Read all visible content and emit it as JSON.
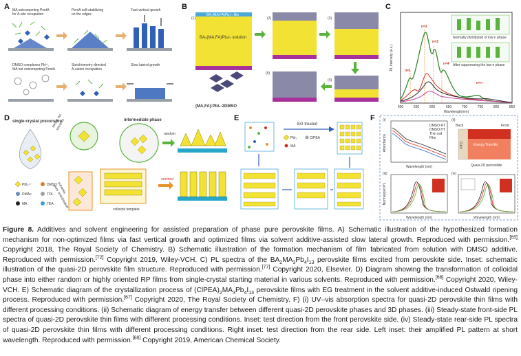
{
  "panels": {
    "a": {
      "label": "A",
      "top_left": [
        "MA outcompeting PentA",
        "for A-site occupation"
      ],
      "top_mid": [
        "PentA self-stabilizing",
        "on the edges"
      ],
      "top_right": "Fast vertical growth",
      "bot_left": [
        "DMSO complexes Pb²⁺,",
        "MA not outcompeting PentA"
      ],
      "bot_mid": [
        "Stoichiometry-directed",
        "A-cation occupation"
      ],
      "bot_right": "Slow lateral growth"
    },
    "b": {
      "label": "B",
      "top_film": "BA₂(MA,FA)Pb₂I₇ film",
      "solution": "BA₂(MA,FA)Pb₂I₇ solution",
      "steps": [
        "(1)",
        "(2)",
        "(3)",
        "(4)",
        "(5)"
      ],
      "molecule": "(MA,FA):PbI₂·2DMSO"
    },
    "c": {
      "label": "C",
      "ylabel": "PL Intensity (a.u.)",
      "xlabel": "Wavelength(nm)",
      "ticks_x": [
        "500",
        "550",
        "600",
        "650",
        "700",
        "750",
        "800",
        "850"
      ],
      "n_labels": [
        "n=1",
        "n=2",
        "n=3",
        "n=4",
        "n=∞"
      ],
      "inset_top": "Normally distributed of low n phase",
      "inset_bottom": "After suppressing the low n phase"
    },
    "d": {
      "label": "D",
      "precursor": "single-crystal precursors",
      "intermediate": "intermediate phase",
      "random": "random",
      "oriented": "oriented",
      "colloidal": "colloidal template",
      "arrow_top": [
        "strong coordination",
        "solvents"
      ],
      "arrow_bot": [
        "poor coordination",
        "solvents"
      ],
      "legend": [
        "PbI₆⁴⁻",
        "DMSO",
        "DMAc",
        "TOL",
        "MA",
        "TEA"
      ]
    },
    "e": {
      "label": "E",
      "treated": "EG treated",
      "legend": [
        "PbI₂",
        "CIPEA",
        "MA"
      ]
    },
    "f": {
      "label": "F",
      "sub": [
        "(i)",
        "(ii)",
        "(iii)",
        "(iv)"
      ],
      "ylabel_i": "Absorbance",
      "xlabel": "Wavelength (nm)",
      "ylabel_iii": "Normalized PL",
      "front": "Front",
      "back": "Back",
      "fto": "FTO",
      "energy": "Energy Transfer",
      "quasi": "Quasi-2D perovskite",
      "legend": [
        "DMSO RT",
        "DMSO HT",
        "Thin rod",
        "Film"
      ]
    }
  },
  "caption": {
    "fig": "Figure 8.",
    "segments": [
      " Additives and solvent engineering for assisted preparation of phase pure perovskite films. A) Schematic illustration of the hypothesized formation mechanism for non-optimized films via fast vertical growth and optimized films via solvent additive-assisted slow lateral growth. Reproduced with permission.",
      "[65]",
      " Copyright 2018, The Royal Society of Chemistry. B) Schematic illustration of the formation mechanism of film fabricated from solution with DMSO additive. Reproduced with permission.",
      "[72]",
      " Copyright 2019, Wiley-VCH. C) PL spectra of the BA",
      "2",
      "MA",
      "3",
      "Pb",
      "4",
      "I",
      "13",
      " perovskite films excited from perovskite side. Inset: schematic illustration of the quasi-2D perovskite film structure. Reproduced with permission.",
      "[77]",
      " Copyright 2020, Elsevier. D) Diagram showing the transformation of colloidal phase into either random or highly oriented RP films from single-crystal starting material in various solvents. Reproduced with permission.",
      "[66]",
      " Copyright 2020, Wiley-VCH. E) Schematic diagram of the crystallization process of (ClPEA)",
      "2",
      "MA",
      "3",
      "Pb",
      "4",
      "I",
      "13",
      " perovskite films with EG treatment in the solvent additive-induced Ostwald ripening process. Reproduced with permission.",
      "[67]",
      " Copyright 2020, The Royal Society of Chemistry. F) (i) UV–vis absorption spectra for quasi-2D perovskite thin films with different processing conditions. (ii) Schematic diagram of energy transfer between different quasi-2D perovskite phases and 3D phases. (iii) Steady-state front-side PL spectra of quasi-2D perovskite thin films with different processing conditions. Inset: test direction from the front perovskite side. (iv) Steady-state rear-side PL spectra of quasi-2D perovskite thin films with different processing conditions. Right inset: test direction from the rear side. Left inset: their amplified PL pattern at short wavelength. Reproduced with permission.",
      "[68]",
      " Copyright 2019, American Chemical Society."
    ],
    "seg_types": [
      "t",
      "sup",
      "t",
      "sup",
      "t",
      "sub",
      "t",
      "sub",
      "t",
      "sub",
      "t",
      "sub",
      "t",
      "sup",
      "t",
      "sup",
      "t",
      "sub",
      "t",
      "sub",
      "t",
      "sub",
      "t",
      "sub",
      "t",
      "sup",
      "t",
      "sup",
      "t"
    ]
  },
  "colors": {
    "yellow": "#f2e233",
    "purple": "#a8309a",
    "cyan": "#26a6c9",
    "green": "#5ab43c",
    "blue": "#3060b8",
    "orange": "#e8942a",
    "red": "#d03020",
    "grey": "#9aa0a8"
  }
}
